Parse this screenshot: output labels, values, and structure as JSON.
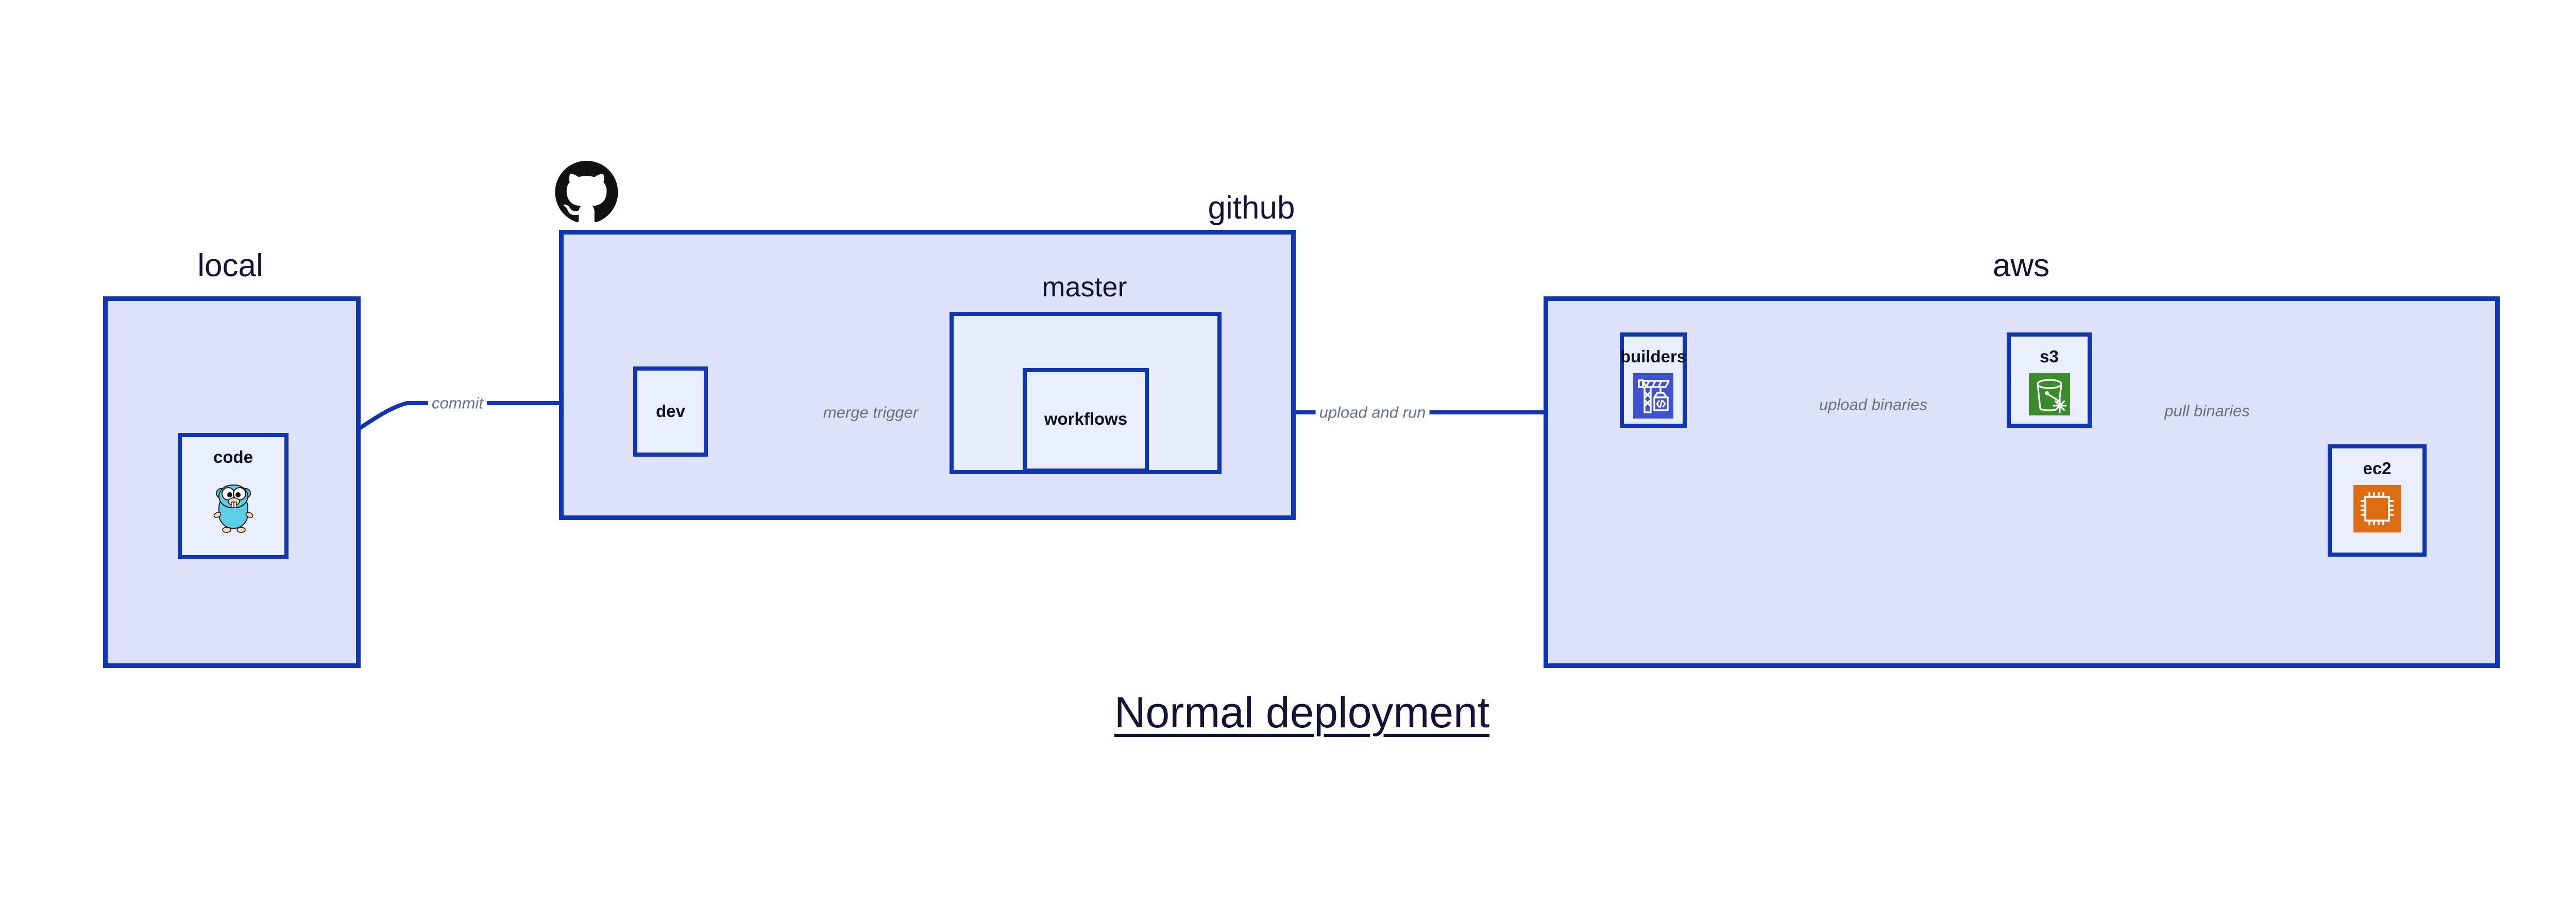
{
  "diagram": {
    "title": "Normal deployment",
    "background_color": "#ffffff",
    "accent_color": "#0f35b5",
    "group_fill": "#dde2f9",
    "node_fill": "#eaeefb",
    "label_color": "#6a6f7e",
    "text_color": "#101334"
  },
  "groups": [
    {
      "id": "local",
      "label": "local"
    },
    {
      "id": "github",
      "label": "github"
    },
    {
      "id": "aws",
      "label": "aws"
    }
  ],
  "subgroups": [
    {
      "id": "master",
      "label": "master",
      "parent": "github"
    }
  ],
  "nodes": [
    {
      "id": "code",
      "label": "code",
      "group": "local",
      "icon": "go-gopher-icon",
      "icon_color": "#5ccfe6"
    },
    {
      "id": "dev",
      "label": "dev",
      "group": "github",
      "icon": "none",
      "icon_color": ""
    },
    {
      "id": "workflows",
      "label": "workflows",
      "group": "master",
      "icon": "none",
      "icon_color": ""
    },
    {
      "id": "builders",
      "label": "builders",
      "group": "aws",
      "icon": "crane-code-icon",
      "icon_color": "#3f51cc"
    },
    {
      "id": "s3",
      "label": "s3",
      "group": "aws",
      "icon": "s3-bucket-icon",
      "icon_color": "#3b8a2b"
    },
    {
      "id": "ec2",
      "label": "ec2",
      "group": "aws",
      "icon": "cpu-chip-icon",
      "icon_color": "#dd6b11"
    }
  ],
  "edges": [
    {
      "id": "commit",
      "from": "code",
      "to": "dev",
      "label": "commit"
    },
    {
      "id": "merge-trigger",
      "from": "dev",
      "to": "workflows",
      "label": "merge trigger"
    },
    {
      "id": "upload-and-run",
      "from": "workflows",
      "to": "builders",
      "label": "upload and run"
    },
    {
      "id": "upload-binaries",
      "from": "builders",
      "to": "s3",
      "label": "upload binaries"
    },
    {
      "id": "pull-binaries",
      "from": "s3",
      "to": "ec2",
      "label": "pull binaries"
    }
  ],
  "logos": [
    {
      "id": "github-octocat",
      "name": "github-octocat-icon",
      "color": "#111111"
    }
  ]
}
